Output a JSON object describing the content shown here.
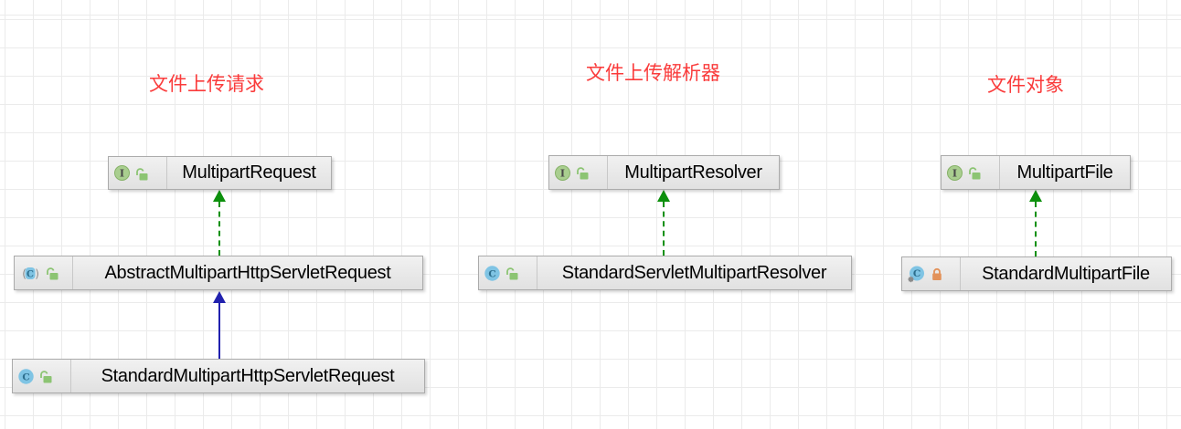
{
  "annotations": [
    {
      "text": "文件上传请求"
    },
    {
      "text": "文件上传解析器"
    },
    {
      "text": "文件对象"
    }
  ],
  "nodes": [
    {
      "name": "MultipartRequest",
      "kind": "interface",
      "visibility": "public"
    },
    {
      "name": "AbstractMultipartHttpServletRequest",
      "kind": "abstract-class",
      "visibility": "public"
    },
    {
      "name": "StandardMultipartHttpServletRequest",
      "kind": "class",
      "visibility": "public"
    },
    {
      "name": "MultipartResolver",
      "kind": "interface",
      "visibility": "public"
    },
    {
      "name": "StandardServletMultipartResolver",
      "kind": "class",
      "visibility": "public"
    },
    {
      "name": "MultipartFile",
      "kind": "interface",
      "visibility": "public"
    },
    {
      "name": "StandardMultipartFile",
      "kind": "static-nested-class",
      "visibility": "private"
    }
  ],
  "edges": [
    {
      "from": "AbstractMultipartHttpServletRequest",
      "to": "MultipartRequest",
      "type": "implements"
    },
    {
      "from": "StandardMultipartHttpServletRequest",
      "to": "AbstractMultipartHttpServletRequest",
      "type": "extends"
    },
    {
      "from": "StandardServletMultipartResolver",
      "to": "MultipartResolver",
      "type": "implements"
    },
    {
      "from": "StandardMultipartFile",
      "to": "MultipartFile",
      "type": "implements"
    }
  ],
  "colors": {
    "annotation_text": "#fa3b3b",
    "implements_edge": "#0c900c",
    "extends_edge": "#2121ae",
    "node_background": "#e8e8e8",
    "node_border": "#ababab",
    "interface_icon": "#a9ce8f",
    "class_icon": "#7fc4e4",
    "public_lock": "#8cc473",
    "private_lock": "#e2925a",
    "grid_line": "#ebebeb"
  }
}
